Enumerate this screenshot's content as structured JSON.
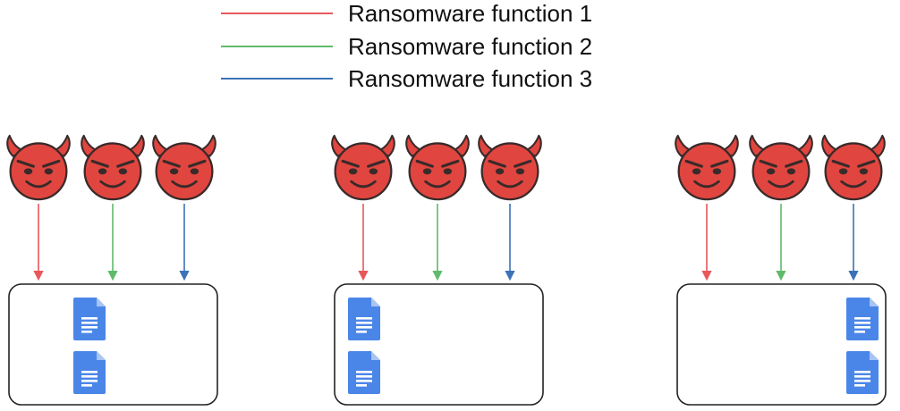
{
  "legend": [
    {
      "label": "Ransomware function 1",
      "color": "#e8575a"
    },
    {
      "label": "Ransomware function 2",
      "color": "#5fbb6b"
    },
    {
      "label": "Ransomware function 3",
      "color": "#3b72b8"
    }
  ],
  "icons": {
    "attacker": "devil-face-icon",
    "file": "document-icon"
  },
  "colors": {
    "devil_face": "#e0463f",
    "devil_outline": "#3a2a2a",
    "document_blue": "#4a86e8",
    "container_border": "#222222"
  },
  "groups": [
    {
      "attackers": 3,
      "files": 2,
      "file_alignment": "center"
    },
    {
      "attackers": 3,
      "files": 2,
      "file_alignment": "left"
    },
    {
      "attackers": 3,
      "files": 2,
      "file_alignment": "right"
    }
  ]
}
